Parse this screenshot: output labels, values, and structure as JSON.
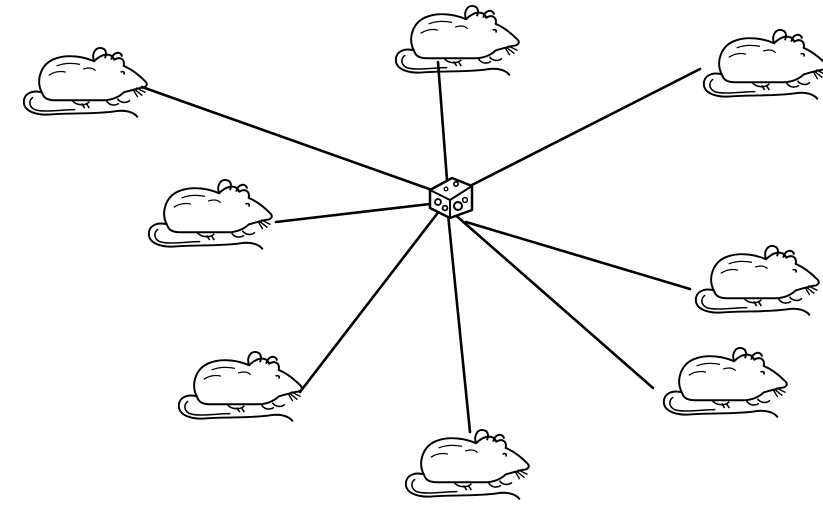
{
  "diagram": {
    "type": "star-network",
    "hub": {
      "icon": "cheese-icon"
    },
    "nodes": [
      {
        "id": "mouse-top-left",
        "icon": "mouse-icon"
      },
      {
        "id": "mouse-top",
        "icon": "mouse-icon"
      },
      {
        "id": "mouse-top-right",
        "icon": "mouse-icon"
      },
      {
        "id": "mouse-mid-left",
        "icon": "mouse-icon"
      },
      {
        "id": "mouse-mid-right",
        "icon": "mouse-icon"
      },
      {
        "id": "mouse-bottom-left",
        "icon": "mouse-icon"
      },
      {
        "id": "mouse-bottom-right",
        "icon": "mouse-icon"
      },
      {
        "id": "mouse-bottom",
        "icon": "mouse-icon"
      }
    ],
    "colors": {
      "line": "#000000",
      "background": "#ffffff"
    }
  }
}
